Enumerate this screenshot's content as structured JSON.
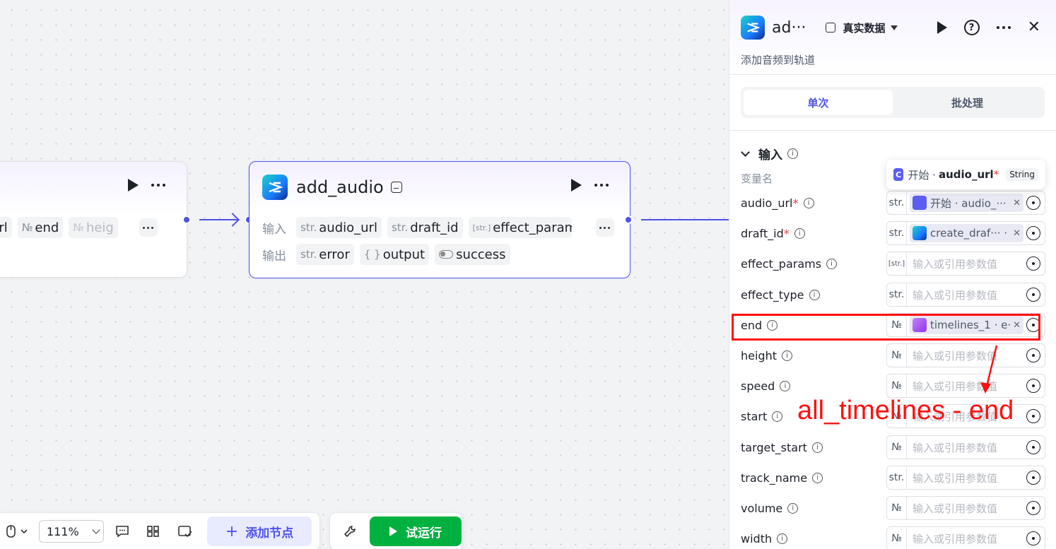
{
  "canvas": {
    "left_node": {
      "inputs": [
        {
          "type": "",
          "name": "url"
        },
        {
          "type": "№",
          "name": "end"
        },
        {
          "type": "№",
          "name": "heig"
        }
      ]
    },
    "main_node": {
      "title": "add_audio",
      "input_label": "输入",
      "output_label": "输出",
      "inputs": [
        {
          "type": "str.",
          "name": "audio_url"
        },
        {
          "type": "str.",
          "name": "draft_id"
        },
        {
          "type": "[str.]",
          "name": "effect_param"
        }
      ],
      "outputs": [
        {
          "type": "str.",
          "name": "error"
        },
        {
          "type": "{ }",
          "name": "output"
        },
        {
          "type": "",
          "name": "success"
        }
      ]
    }
  },
  "toolbar": {
    "zoom": "111%",
    "add_node": "添加节点",
    "test_run": "试运行"
  },
  "panel": {
    "title": "ad···",
    "data_mode": "真实数据",
    "description": "添加音频到轨道",
    "tabs": [
      "单次",
      "批处理"
    ],
    "input_section": "输入",
    "var_name_label": "变量名",
    "tooltip": {
      "source": "开始 ·",
      "field": "audio_url",
      "required": "*",
      "type": "String"
    },
    "params": [
      {
        "name": "audio_url",
        "required": "*",
        "type": "str.",
        "ref": "开始 · audio_···",
        "placeholder": ""
      },
      {
        "name": "draft_id",
        "required": "*",
        "type": "str.",
        "ref": "create_draf··· ·",
        "placeholder": ""
      },
      {
        "name": "effect_params",
        "required": "",
        "type": "[str.]",
        "ref": "",
        "placeholder": "输入或引用参数值"
      },
      {
        "name": "effect_type",
        "required": "",
        "type": "str.",
        "ref": "",
        "placeholder": "输入或引用参数值"
      },
      {
        "name": "end",
        "required": "",
        "type": "№",
        "ref": "timelines_1 · e·",
        "placeholder": ""
      },
      {
        "name": "height",
        "required": "",
        "type": "№",
        "ref": "",
        "placeholder": "输入或引用参数值"
      },
      {
        "name": "speed",
        "required": "",
        "type": "№",
        "ref": "",
        "placeholder": "输入或引用参数值"
      },
      {
        "name": "start",
        "required": "",
        "type": "№",
        "ref": "",
        "placeholder": "输入或引用参数值"
      },
      {
        "name": "target_start",
        "required": "",
        "type": "№",
        "ref": "",
        "placeholder": "输入或引用参数值"
      },
      {
        "name": "track_name",
        "required": "",
        "type": "str.",
        "ref": "",
        "placeholder": "输入或引用参数值"
      },
      {
        "name": "volume",
        "required": "",
        "type": "№",
        "ref": "",
        "placeholder": "输入或引用参数值"
      },
      {
        "name": "width",
        "required": "",
        "type": "№",
        "ref": "",
        "placeholder": "输入或引用参数值"
      }
    ]
  },
  "annotation": {
    "text": "all_timelines - end",
    "color": "#ff1010"
  },
  "colors": {
    "accent": "#4d53e8",
    "run_green": "#00b140"
  }
}
